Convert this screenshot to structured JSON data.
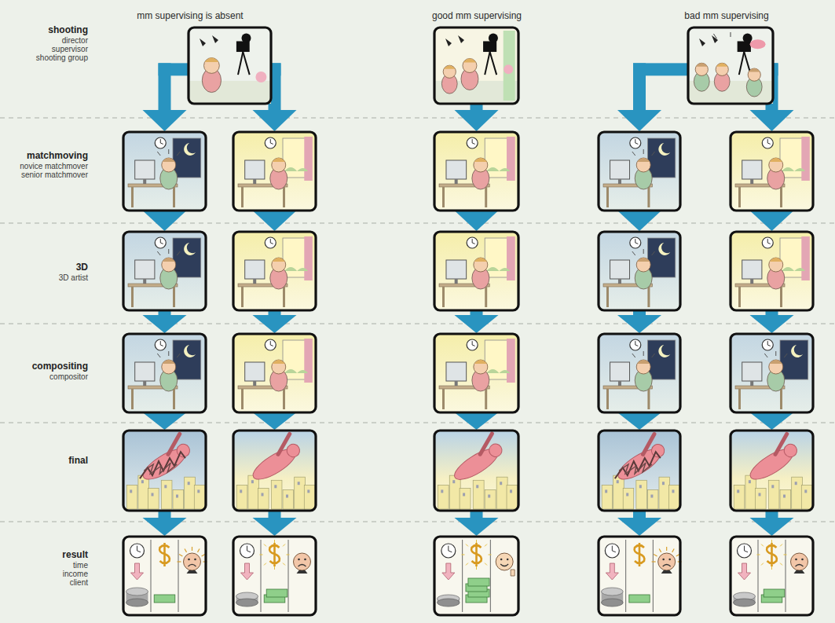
{
  "diagram": {
    "labels": [
      "mm supervising is absent",
      "good mm supervising",
      "bad mm supervising",
      "shooting",
      "director",
      "supervisor",
      "shooting group",
      "matchmoving",
      "novice matchmover",
      "senior matchmover",
      "3D",
      "3D artist",
      "compositing",
      "compositor",
      "final",
      "result",
      "time",
      "income",
      "client"
    ]
  }
}
